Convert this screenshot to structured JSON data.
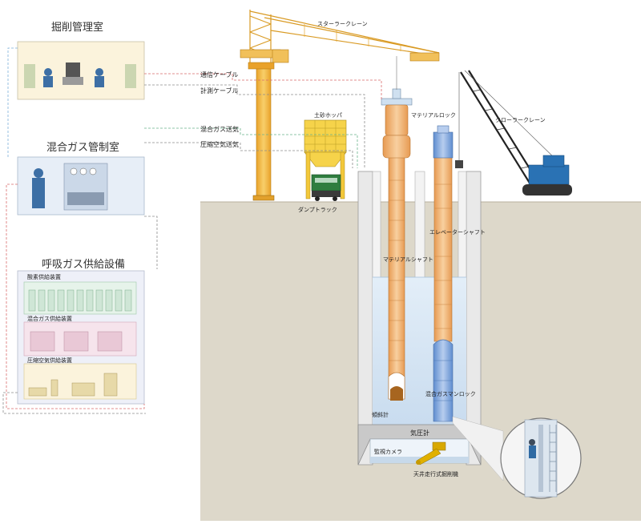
{
  "rooms": {
    "control_room": "掘削管理室",
    "gas_control_room": "混合ガス管制室",
    "breathing_gas": "呼吸ガス供給設備"
  },
  "supply_units": {
    "oxygen": "酸素供給装置",
    "mixed_gas": "混合ガス供給装置",
    "compressed_air": "圧縮空気供給装置"
  },
  "lines": {
    "comm_cable": "通信ケーブル",
    "measure_cable": "計測ケーブル",
    "mixed_gas_feed": "混合ガス送気",
    "compressed_air_feed": "圧縮空気送気"
  },
  "equipment": {
    "star_crane": "スターラークレーン",
    "soil_hopper": "土砂ホッパ",
    "dump_truck": "ダンプトラック",
    "material_lock": "マテリアルロック",
    "crawler_crane": "クローラークレーン",
    "material_shaft": "マテリアルシャフト",
    "elevator_shaft": "エレベーターシャフト",
    "mixed_gas_manlock": "混合ガスマンロック",
    "vibrometer": "傾斜計",
    "pressure_gauge": "気圧計",
    "monitor_camera": "監視カメラ",
    "excavator": "天井走行式掘削機"
  },
  "colors": {
    "ground": "#ddd8ca",
    "water": "#d2e4f2",
    "shaft_orange": "#f2bd85",
    "shaft_blue": "#8aaee0",
    "crane_yellow": "#f3b53a",
    "crawler_blue": "#2a72b4",
    "panel_bg": "#e7eef7",
    "room_bg": "#fbf3dc"
  }
}
